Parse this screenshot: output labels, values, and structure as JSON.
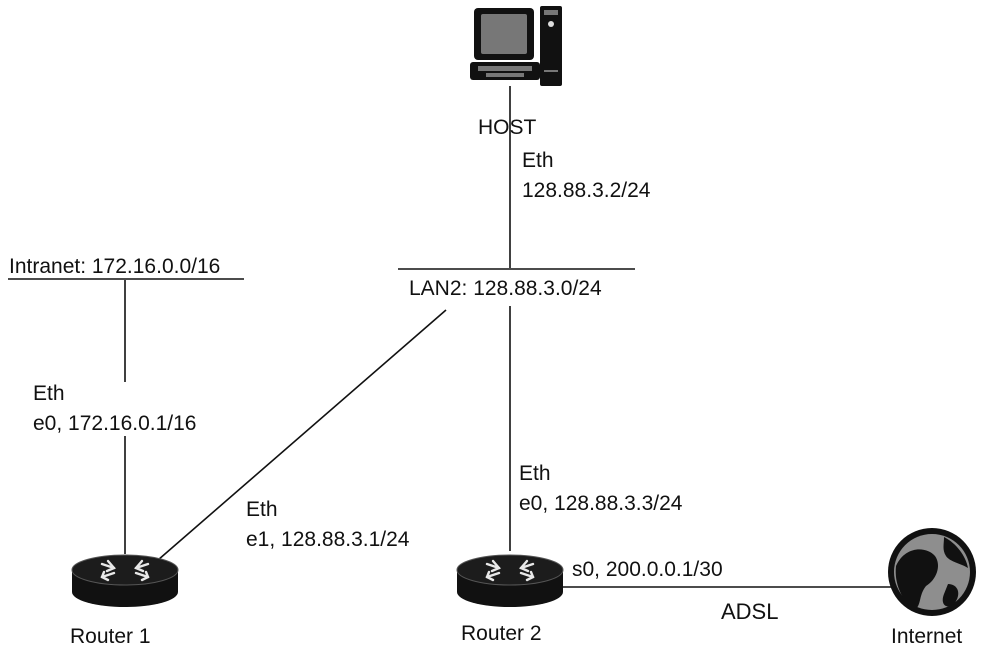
{
  "host": {
    "label": "HOST",
    "iface": "Eth",
    "ip": "128.88.3.2/24"
  },
  "networks": {
    "intranet": "Intranet: 172.16.0.0/16",
    "lan2": "LAN2: 128.88.3.0/24"
  },
  "router1": {
    "label": "Router 1",
    "e0_type": "Eth",
    "e0": "e0, 172.16.0.1/16",
    "e1_type": "Eth",
    "e1": "e1, 128.88.3.1/24"
  },
  "router2": {
    "label": "Router 2",
    "e0_type": "Eth",
    "e0": "e0, 128.88.3.3/24",
    "s0": "s0, 200.0.0.1/30"
  },
  "link": {
    "adsl": "ADSL"
  },
  "internet": {
    "label": "Internet"
  }
}
